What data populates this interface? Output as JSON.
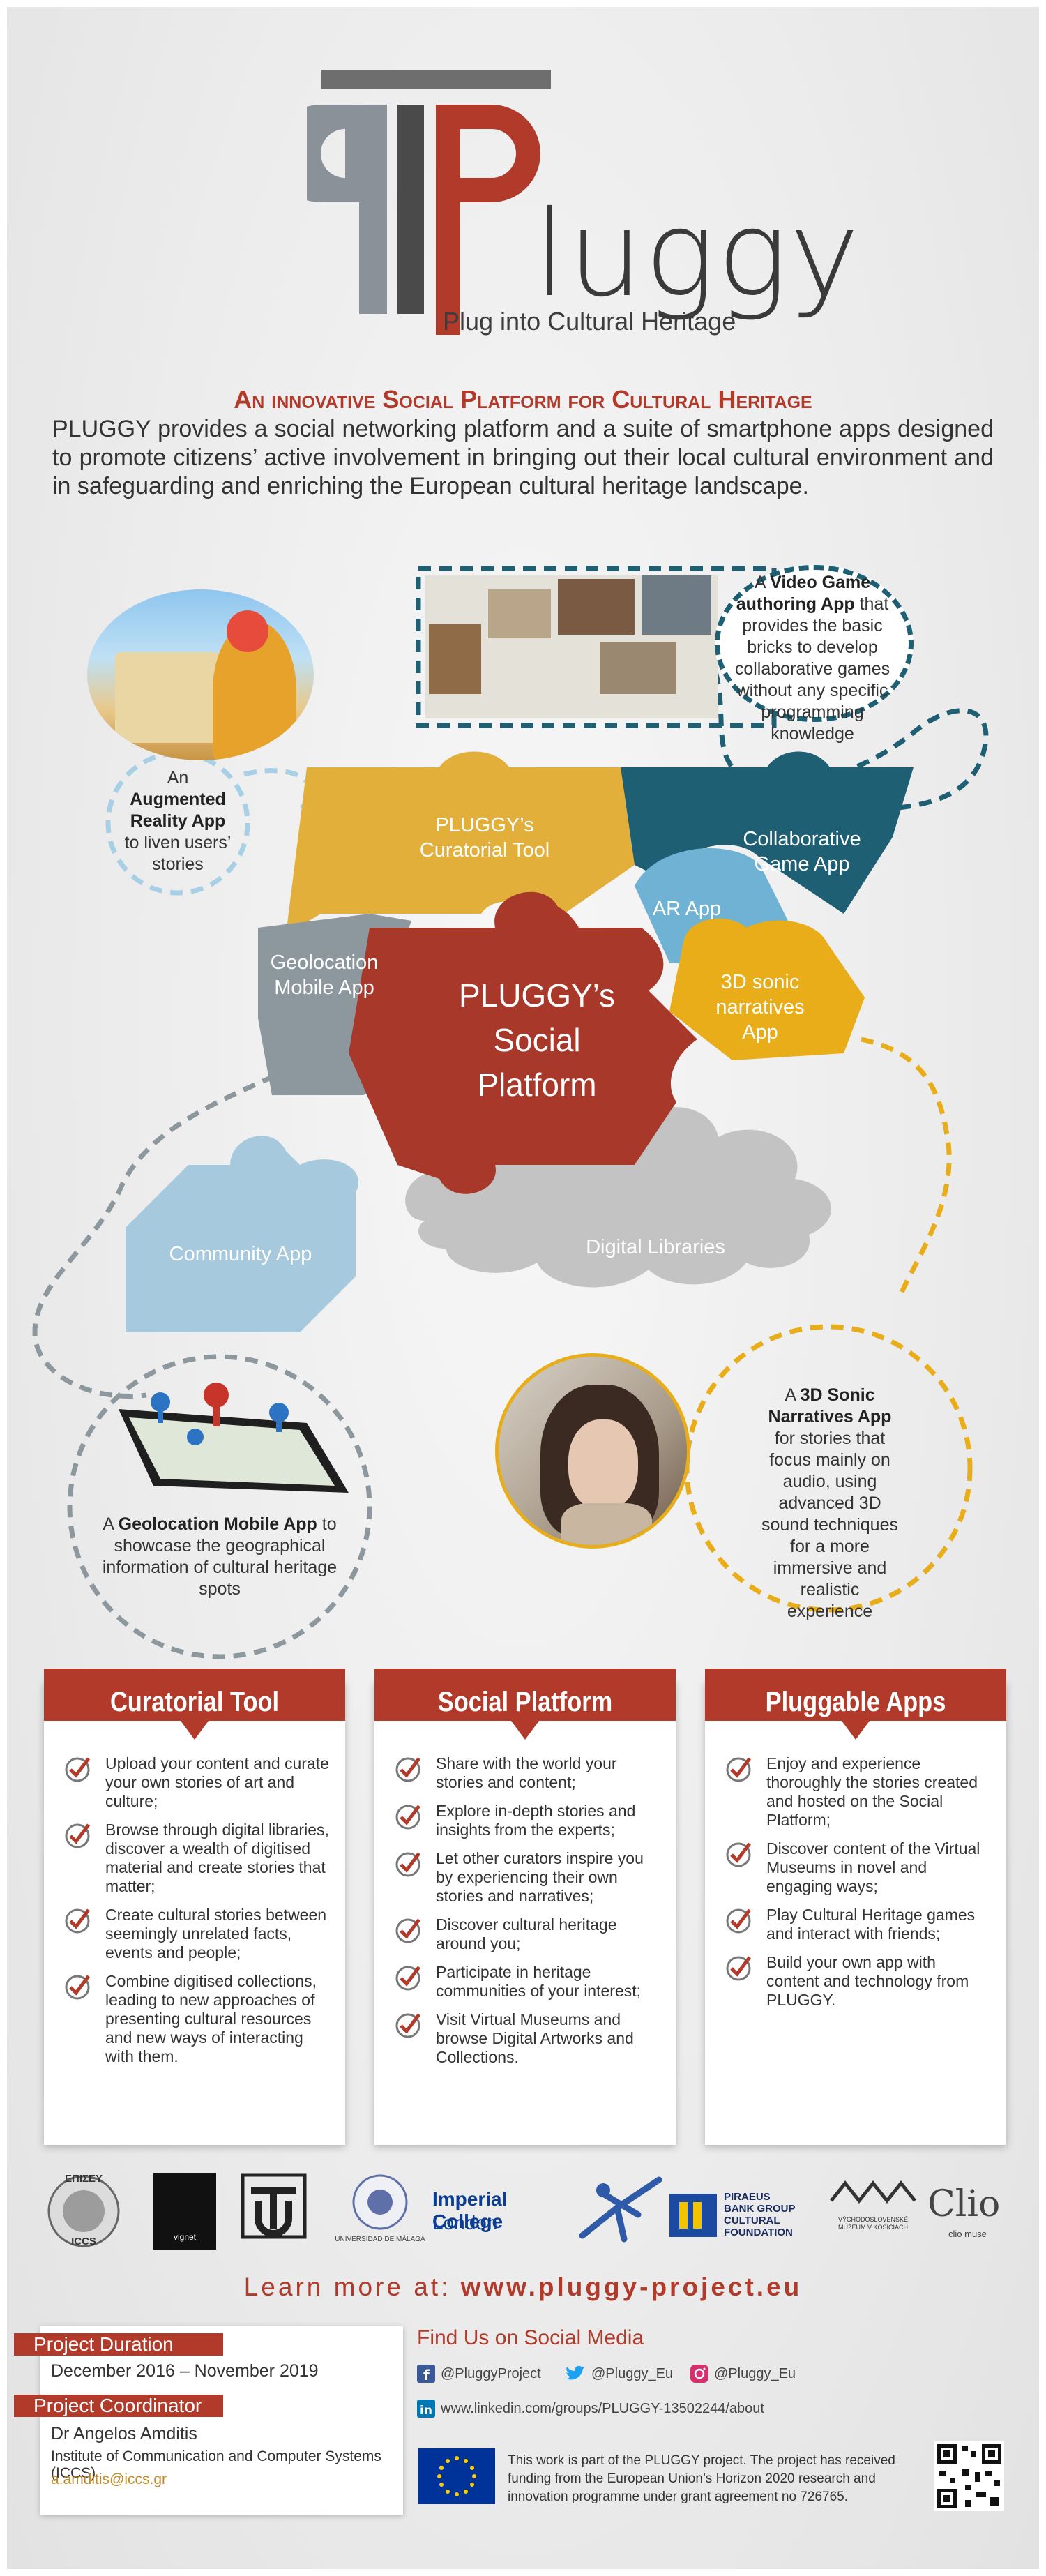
{
  "logo": {
    "word": "luggy",
    "tagline": "Plug into Cultural Heritage"
  },
  "intro": {
    "headline": "An innovative Social Platform for Cultural Heritage",
    "body": "PLUGGY provides a social networking platform and a suite of smartphone apps designed to promote citizens’ active involvement in bringing out their local cultural environment and in safeguarding and enriching the European cultural heritage landscape."
  },
  "callouts": {
    "ar": {
      "pre": "An",
      "bold": "Augmented Reality App",
      "post": "to liven users’ stories"
    },
    "video": {
      "pre": "A",
      "bold": "Video Game authoring App",
      "post": "that provides the basic bricks to develop collaborative games without any specific programming knowledge"
    },
    "geo": {
      "pre": "A",
      "bold": "Geolocation Mobile App",
      "post": "to showcase the geographical information of cultural heritage spots"
    },
    "sonic": {
      "pre": "A",
      "bold": "3D Sonic Narratives App",
      "post": "for stories that focus mainly on audio, using advanced 3D sound techniques for a more immersive and realistic experience"
    }
  },
  "puzzle": {
    "curatorial": "PLUGGY’s Curatorial Tool",
    "game": "Collaborative Game App",
    "ar": "AR App",
    "sonic": "3D sonic narratives App",
    "geo": "Geolocation Mobile App",
    "social": "PLUGGY’s Social Platform",
    "community": "Community App",
    "libraries": "Digital Libraries"
  },
  "columns": [
    {
      "title": "Curatorial Tool",
      "items": [
        "Upload your content and curate your own stories of art and culture;",
        "Browse through digital libraries, discover a wealth of digitised material and create stories that matter;",
        "Create cultural stories between seemingly unrelated facts, events and people;",
        "Combine digitised collections, leading to new approaches of presenting cultural resources and new ways of interacting with them."
      ]
    },
    {
      "title": "Social Platform",
      "items": [
        "Share with the world your stories and content;",
        "Explore in-depth stories and insights from the experts;",
        "Let other curators inspire you by experiencing their own stories and narratives;",
        "Discover cultural heritage around you;",
        "Participate in heritage communities of your interest;",
        "Visit Virtual Museums and browse Digital Artworks and Collections."
      ]
    },
    {
      "title": "Pluggable Apps",
      "items": [
        "Enjoy and experience thoroughly the stories created and hosted on the Social Platform;",
        "Discover content of the Virtual Museums in novel and engaging ways;",
        "Play Cultural Heritage games and interact with friends;",
        "Build your own app with content and technology from PLUGGY."
      ]
    }
  ],
  "sponsors": {
    "iccs": "ICCS",
    "iccs_top": "ΕΠΙΣΕΥ",
    "vignet": "vignet",
    "malaga": "UNIVERSIDAD DE MÁLAGA",
    "imperial1": "Imperial College",
    "imperial2": "London",
    "piraeus": [
      "PIRAEUS",
      "BANK GROUP",
      "CULTURAL",
      "FOUNDATION"
    ],
    "vsm": [
      "VÝCHODOSLOVENSKÉ",
      "MÚZEUM V KOŠICIACH"
    ],
    "clio": "Clio",
    "clio_sub": "clio muse"
  },
  "learn": {
    "prefix": "Learn more at: ",
    "url": "www.pluggy-project.eu"
  },
  "info": {
    "duration_label": "Project Duration",
    "duration": "December 2016 – November 2019",
    "coord_label": "Project Coordinator",
    "coord_name": "Dr Angelos Amditis",
    "coord_inst": "Institute of Communication and Computer Systems (ICCS)",
    "coord_email": "a.amditis@iccs.gr"
  },
  "social": {
    "heading": "Find Us on Social Media",
    "facebook": "@PluggyProject",
    "twitter": "@Pluggy_Eu",
    "instagram": "@Pluggy_Eu",
    "linkedin": "www.linkedin.com/groups/PLUGGY-13502244/about"
  },
  "eu_text": "This work is part of the PLUGGY project. The project has received funding from the European Union’s Horizon 2020 research and innovation programme under grant agreement no 726765.",
  "colors": {
    "red": "#b23a2a",
    "yellow": "#e2b03a",
    "teal": "#1e5f73",
    "lightblue": "#6fb2d4",
    "gray": "#8d979e",
    "community": "#a7c9de",
    "cloud": "#c3c3c3",
    "orange": "#e8ad18"
  }
}
